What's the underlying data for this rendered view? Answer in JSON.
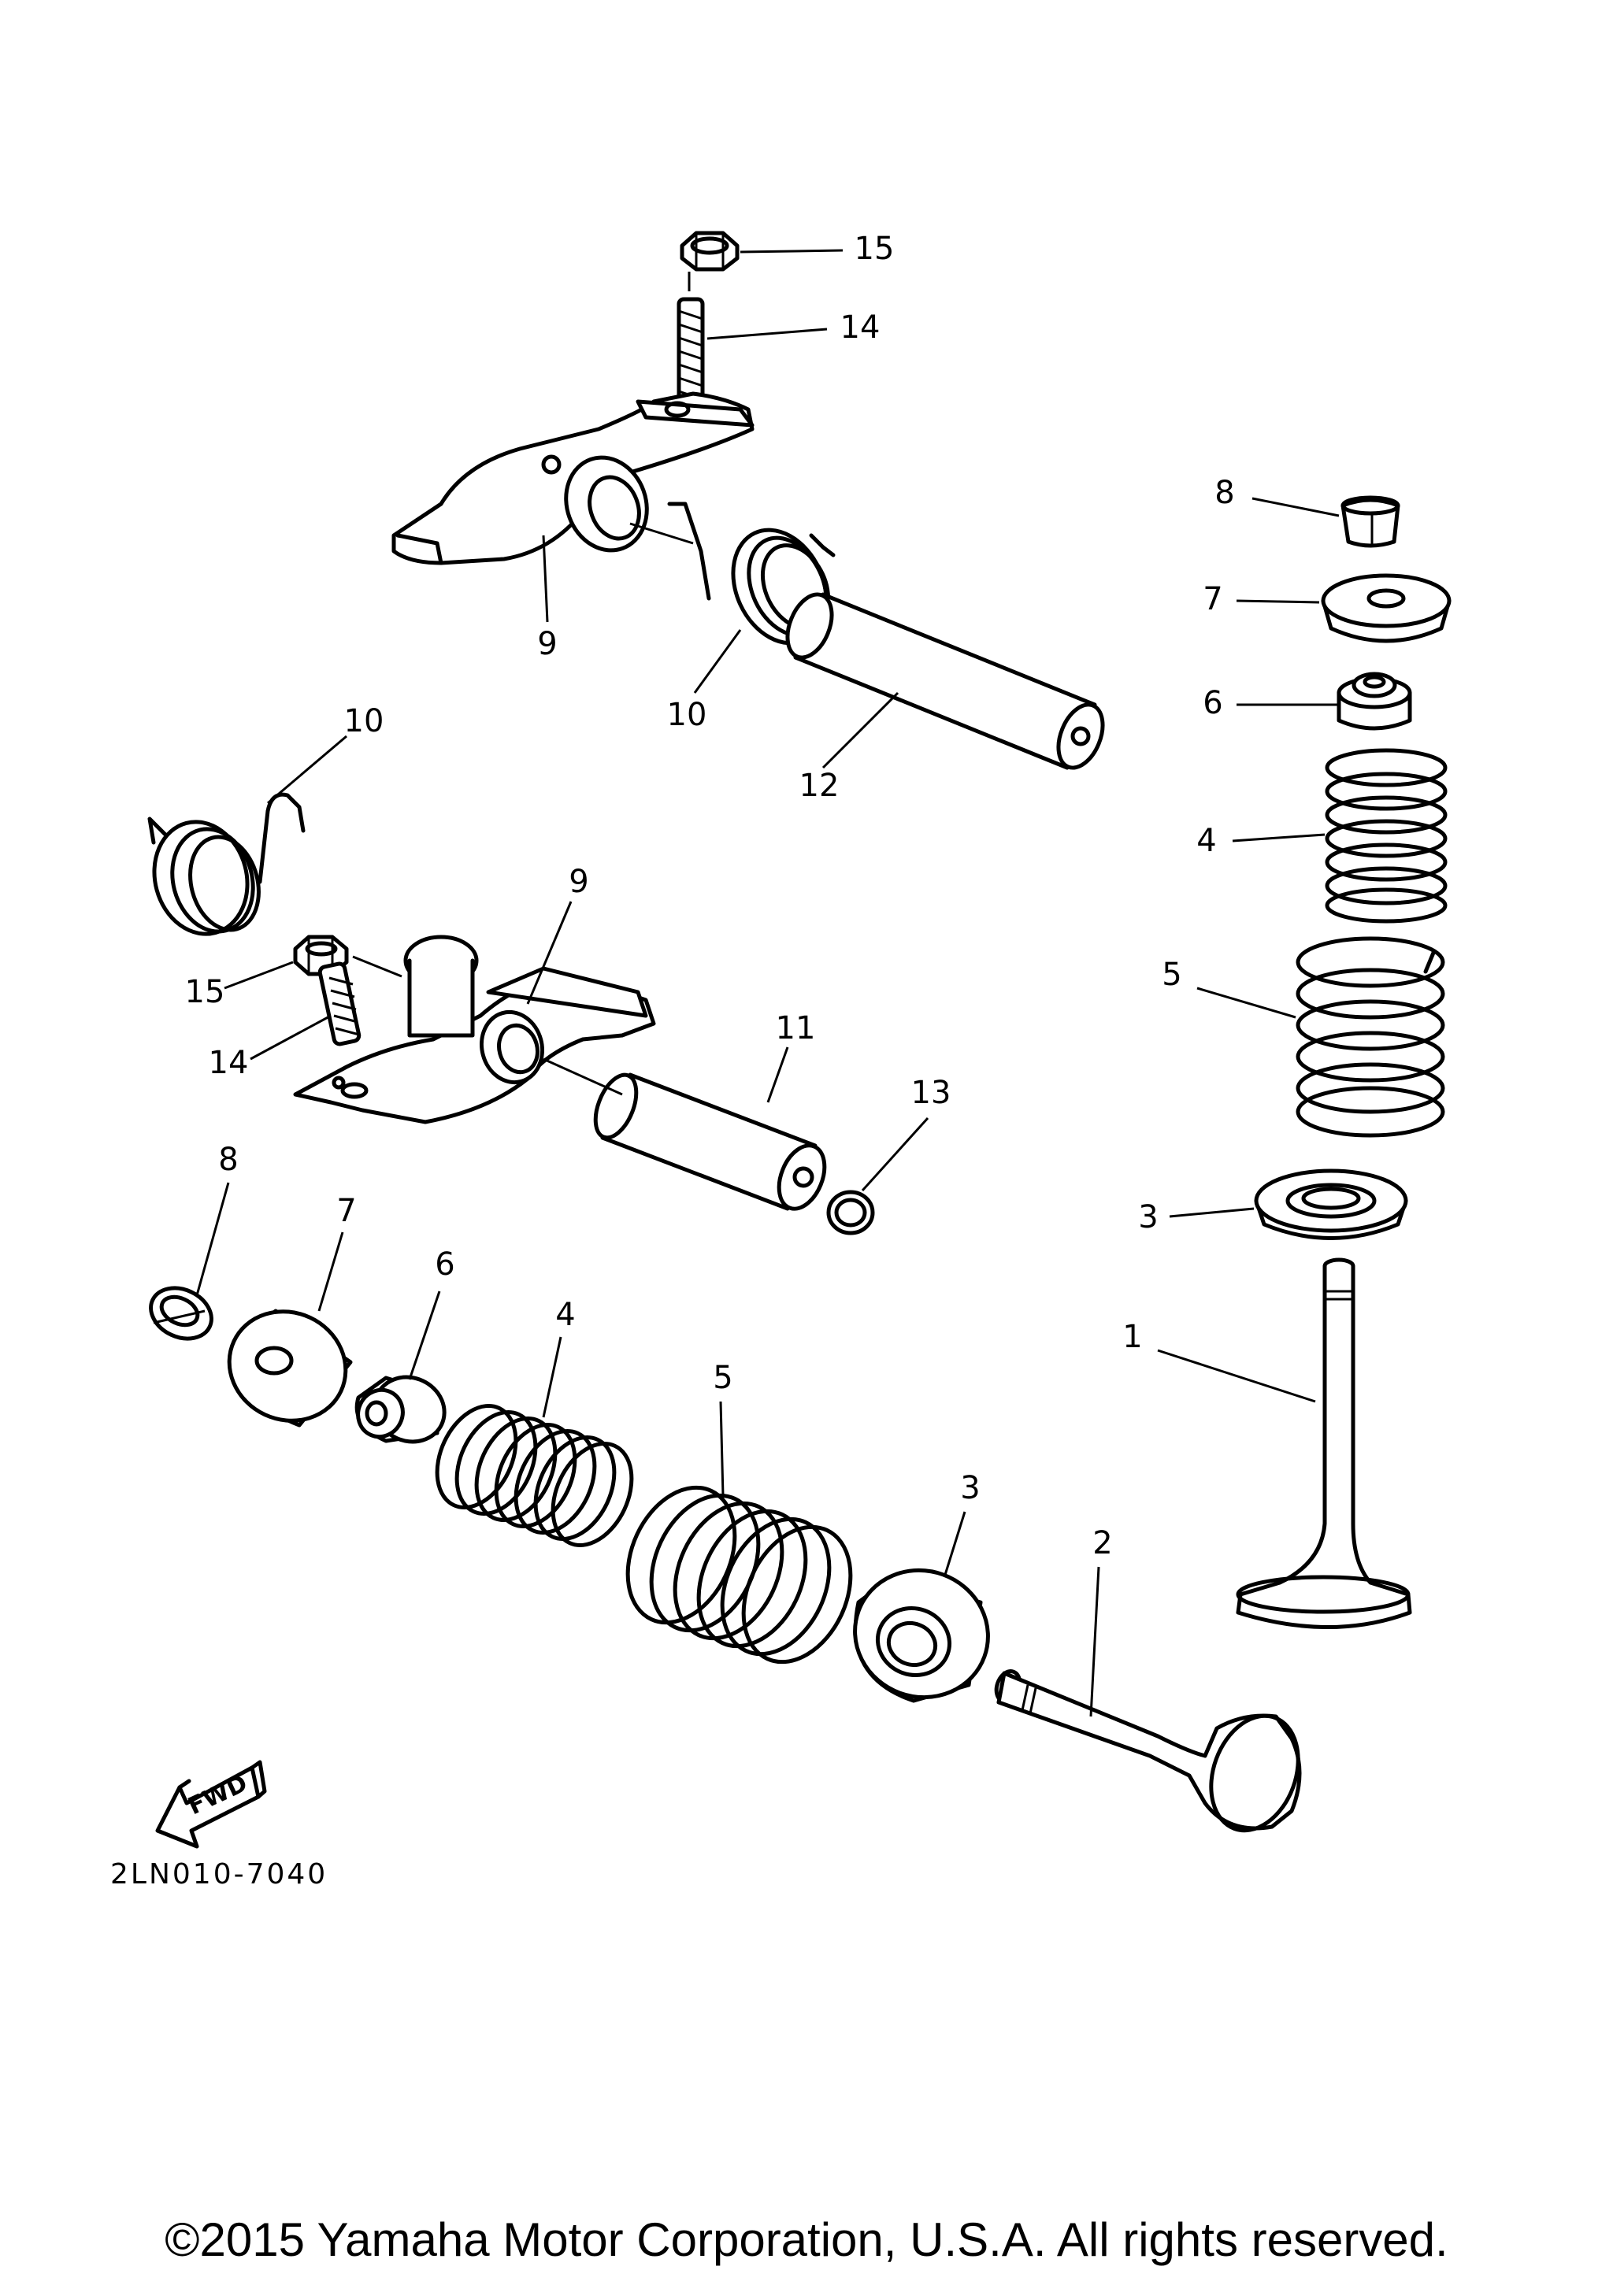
{
  "labels": {
    "top_nut": "15",
    "top_screw": "14",
    "top_rocker_arm": "9",
    "top_spring": "10",
    "top_shaft": "12",
    "right_cotter": "8",
    "right_retainer": "7",
    "right_seal": "6",
    "right_inner_spring": "4",
    "right_outer_spring": "5",
    "right_seat": "3",
    "right_valve": "1",
    "left_spring": "10",
    "left_rocker_arm": "9",
    "left_nut": "15",
    "left_screw": "14",
    "left_shaft": "11",
    "oring": "13",
    "bottom_cotter": "8",
    "bottom_retainer": "7",
    "bottom_seal": "6",
    "bottom_inner_spring": "4",
    "bottom_outer_spring": "5",
    "bottom_seat": "3",
    "bottom_valve": "2"
  },
  "fwd_label": "FWD",
  "diagram_code": "2LN010-7040",
  "copyright": "©2015 Yamaha Motor Corporation, U.S.A. All rights reserved."
}
